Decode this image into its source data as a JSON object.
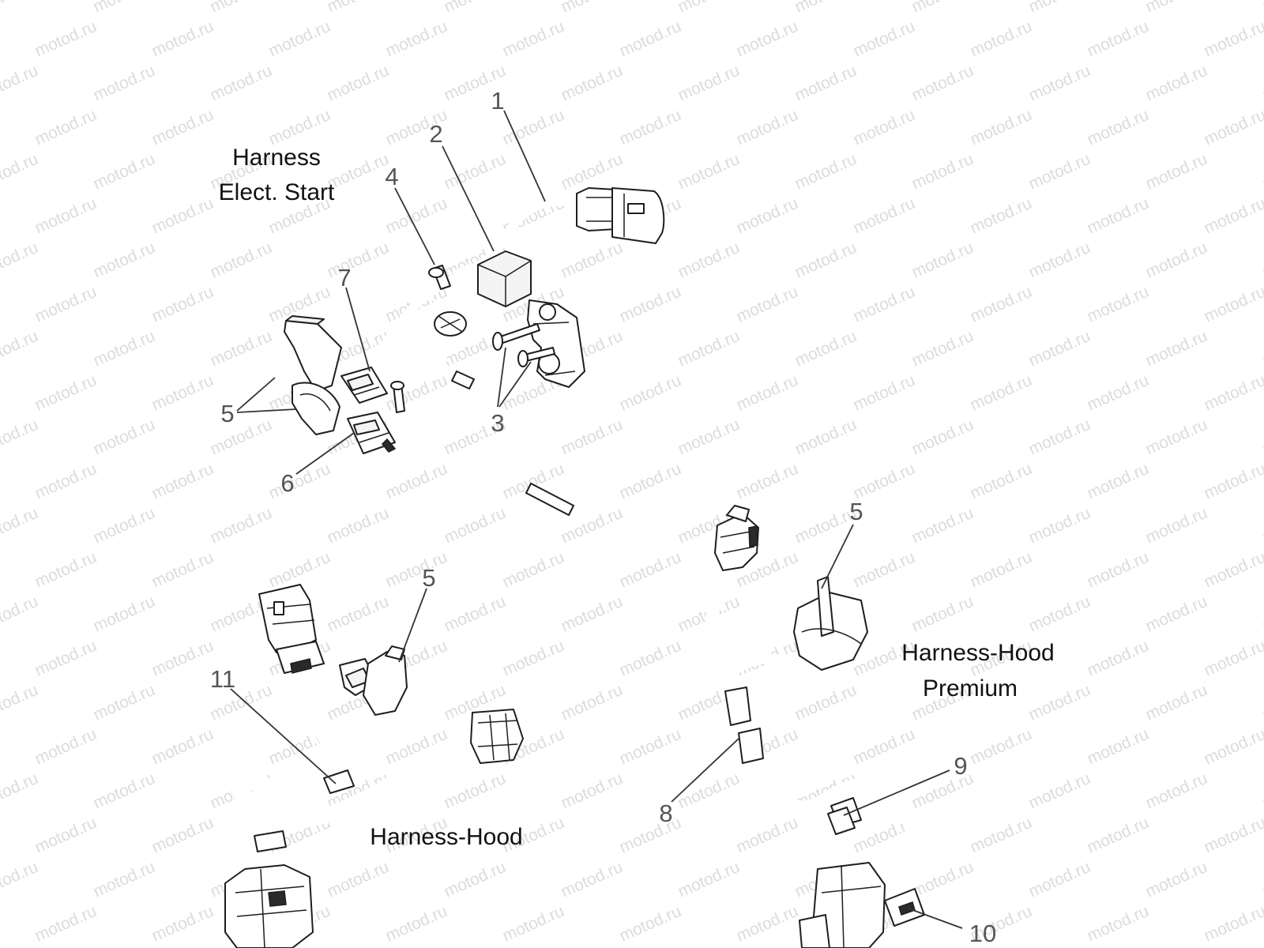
{
  "watermark": "motod.ru",
  "titles": {
    "elect_start": [
      "Harness",
      "Elect. Start"
    ],
    "hood": "Harness-Hood",
    "hood_premium": [
      "Harness-Hood",
      "Premium"
    ]
  },
  "callouts": [
    "1",
    "2",
    "3",
    "4",
    "5",
    "6",
    "7",
    "8",
    "9",
    "10",
    "11"
  ]
}
